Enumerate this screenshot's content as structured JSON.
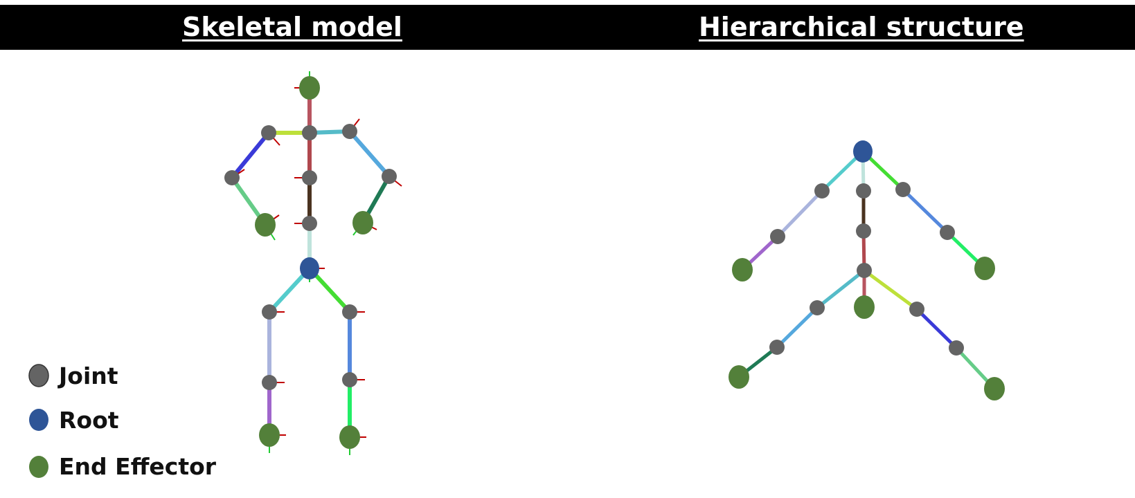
{
  "headers": {
    "left_title": "Skeletal model",
    "right_title": "Hierarchical structure"
  },
  "legend": {
    "joint": "Joint",
    "root": "Root",
    "end_effector": "End Effector"
  },
  "colors": {
    "joint": "#646464",
    "root": "#2e5597",
    "end_effector": "#53803a",
    "axis": "#c00000",
    "axis_green": "#22cc33",
    "header_bg": "#000000",
    "header_text": "#ffffff"
  },
  "skeleton": {
    "nodes": [
      {
        "id": "root",
        "type": "root"
      },
      {
        "id": "spine1",
        "type": "joint"
      },
      {
        "id": "spine2",
        "type": "joint"
      },
      {
        "id": "neck",
        "type": "joint"
      },
      {
        "id": "head",
        "type": "end_effector"
      },
      {
        "id": "shoulder-right-side",
        "type": "joint"
      },
      {
        "id": "elbow-right-side",
        "type": "joint"
      },
      {
        "id": "hand-right-side",
        "type": "end_effector"
      },
      {
        "id": "shoulder-left-side",
        "type": "joint"
      },
      {
        "id": "elbow-left-side",
        "type": "joint"
      },
      {
        "id": "hand-left-side",
        "type": "end_effector"
      },
      {
        "id": "hip-left-side",
        "type": "joint"
      },
      {
        "id": "knee-left-side",
        "type": "joint"
      },
      {
        "id": "foot-left-side",
        "type": "end_effector"
      },
      {
        "id": "hip-right-side",
        "type": "joint"
      },
      {
        "id": "knee-right-side",
        "type": "joint"
      },
      {
        "id": "foot-right-side",
        "type": "end_effector"
      }
    ],
    "bones": [
      {
        "from": "root",
        "to": "spine1",
        "color": "#bfe3dc"
      },
      {
        "from": "spine1",
        "to": "spine2",
        "color": "#4a3320"
      },
      {
        "from": "spine2",
        "to": "neck",
        "color": "#b0484e"
      },
      {
        "from": "neck",
        "to": "head",
        "color": "#b85560"
      },
      {
        "from": "neck",
        "to": "shoulder-right-side",
        "color": "#55bbc8"
      },
      {
        "from": "shoulder-right-side",
        "to": "elbow-right-side",
        "color": "#55a8dd"
      },
      {
        "from": "elbow-right-side",
        "to": "hand-right-side",
        "color": "#1f7a55"
      },
      {
        "from": "neck",
        "to": "shoulder-left-side",
        "color": "#bde03a"
      },
      {
        "from": "shoulder-left-side",
        "to": "elbow-left-side",
        "color": "#3a3ad8"
      },
      {
        "from": "elbow-left-side",
        "to": "hand-left-side",
        "color": "#66cc88"
      },
      {
        "from": "root",
        "to": "hip-left-side",
        "color": "#55cccc"
      },
      {
        "from": "hip-left-side",
        "to": "knee-left-side",
        "color": "#aab4dd"
      },
      {
        "from": "knee-left-side",
        "to": "foot-left-side",
        "color": "#a066cc"
      },
      {
        "from": "root",
        "to": "hip-right-side",
        "color": "#44dd33"
      },
      {
        "from": "hip-right-side",
        "to": "knee-right-side",
        "color": "#5588dd"
      },
      {
        "from": "knee-right-side",
        "to": "foot-right-side",
        "color": "#22ee66"
      }
    ]
  }
}
